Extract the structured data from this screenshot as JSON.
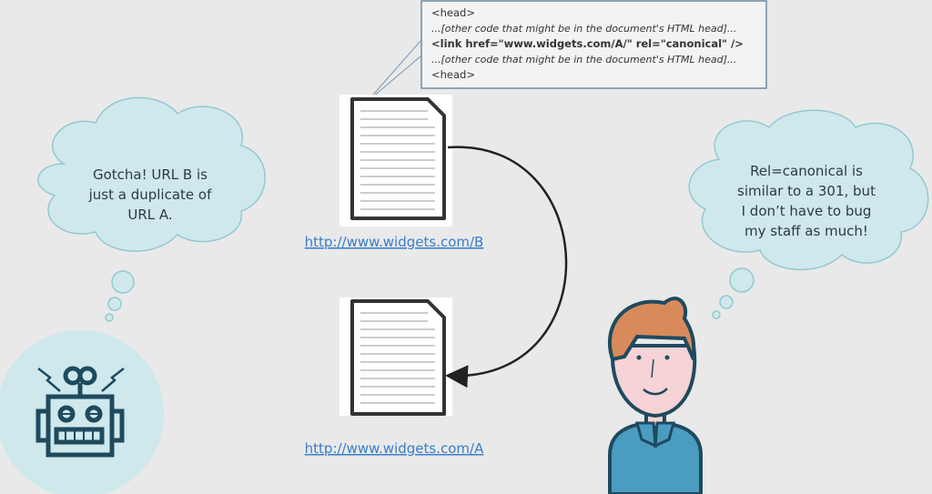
{
  "code_box": {
    "lines": [
      "<head>",
      "...[other code that might be in the document's HTML head]...",
      "<link href=\"www.widgets.com/A/\" rel=\"canonical\" />",
      "...[other code that might be in the document's HTML head]...",
      "<head>"
    ]
  },
  "documents": {
    "url_b": "http://www.widgets.com/B",
    "url_a": "http://www.widgets.com/A"
  },
  "robot_thought": [
    "Gotcha! URL B is",
    "just a duplicate of",
    "URL A."
  ],
  "person_thought": [
    "Rel=canonical is",
    "similar to a 301, but",
    "I don’t have to bug",
    "my staff as much!"
  ],
  "colors": {
    "background": "#e9e9e9",
    "cloud_fill": "#cfe8ec",
    "cloud_stroke": "#93c9d1",
    "link": "#3a7dc8",
    "dark_navy": "#1f4a5e",
    "shirt": "#4a9cc0",
    "hair": "#d98a5a",
    "skin": "#f5d3d6"
  }
}
